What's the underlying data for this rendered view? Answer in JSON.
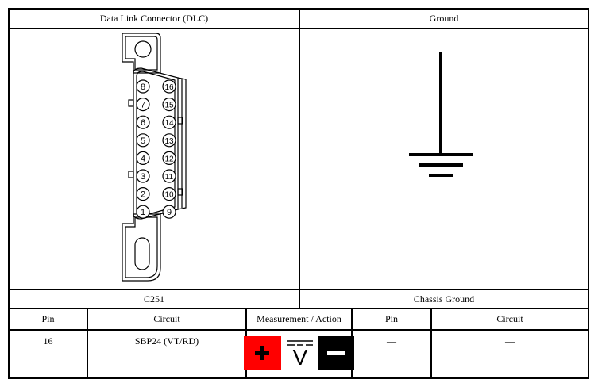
{
  "header": {
    "left_title": "Data Link Connector (DLC)",
    "right_title": "Ground"
  },
  "captions": {
    "left": "C251",
    "right": "Chassis Ground"
  },
  "connector": {
    "pins_left": [
      "8",
      "7",
      "6",
      "5",
      "4",
      "3",
      "2",
      "1"
    ],
    "pins_right": [
      "16",
      "15",
      "14",
      "13",
      "12",
      "11",
      "10",
      "9"
    ]
  },
  "table": {
    "headers": [
      "Pin",
      "Circuit",
      "Measurement / Action",
      "Pin",
      "Circuit"
    ],
    "row": {
      "pin": "16",
      "circuit": "SBP24 (VT/RD)",
      "meter_label": "V",
      "pin2": "—",
      "circuit2": "—"
    }
  },
  "colors": {
    "positive_lead": "#ff0000",
    "negative_lead": "#000000"
  }
}
